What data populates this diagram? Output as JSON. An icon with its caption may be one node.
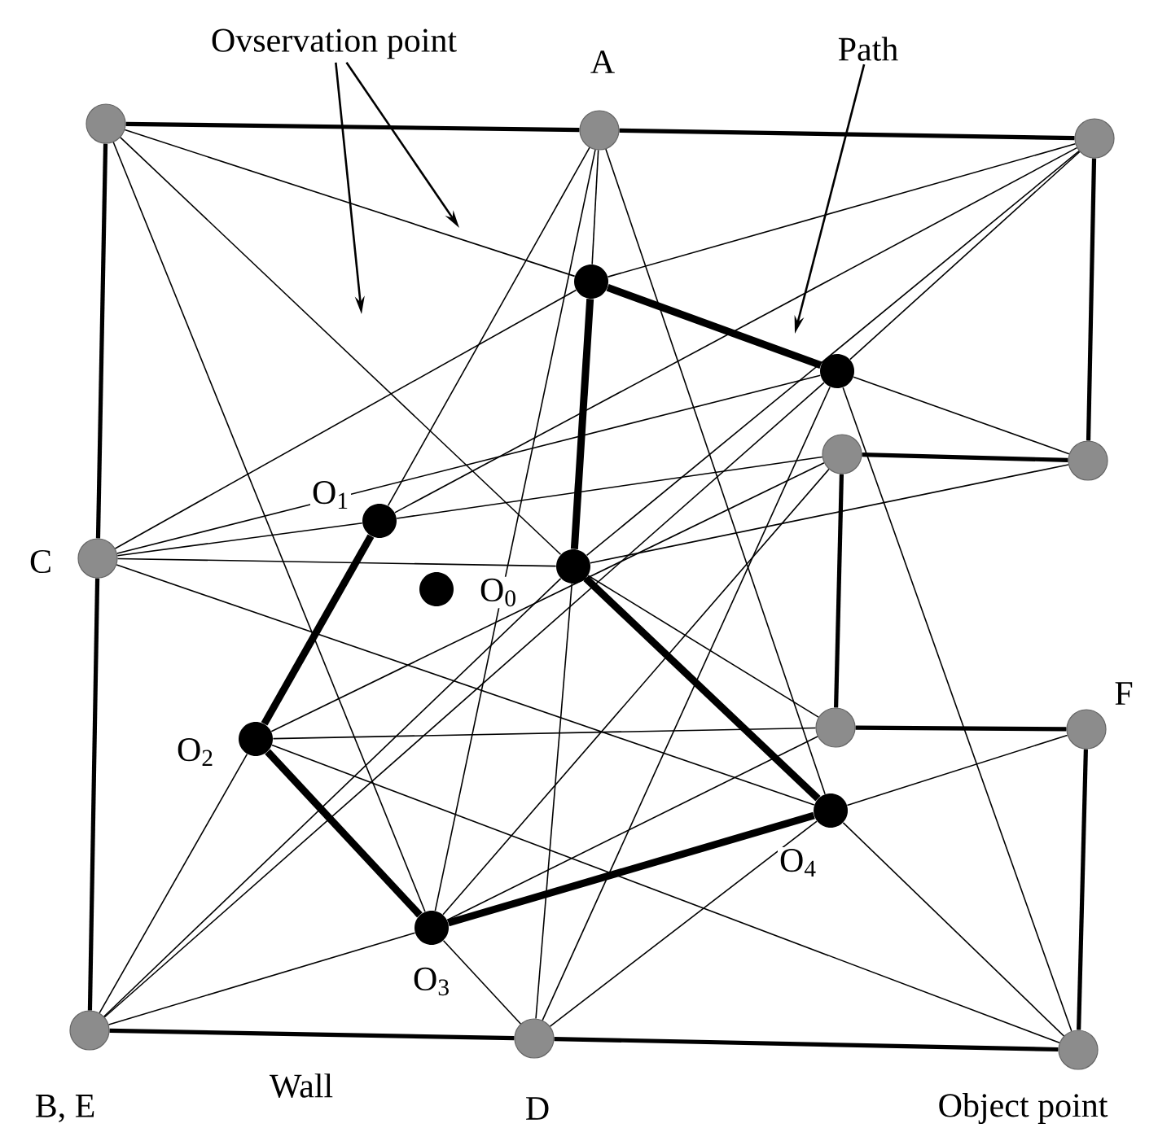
{
  "diagram": {
    "nodes": [
      {
        "text": [
          "Ovservation point"
        ]
      },
      {
        "text": [],
        "shape": "circle"
      },
      {
        "text": [],
        "shape": "circle",
        "beside": [
          "A"
        ]
      },
      {
        "text": [
          "Path"
        ]
      },
      {
        "text": [],
        "shape": "circle"
      },
      {
        "text": [],
        "shape": "circle"
      },
      {
        "text": [],
        "shape": "circle"
      },
      {
        "text": [],
        "shape": "circle"
      },
      {
        "text": [],
        "shape": "circle"
      },
      {
        "text": [],
        "shape": "circle",
        "beside": [
          "O$_{1}$"
        ]
      },
      {
        "text": [],
        "shape": "circle",
        "beside": [
          "C"
        ]
      },
      {
        "text": [],
        "shape": "circle"
      },
      {
        "text": [],
        "shape": "circle",
        "beside": [
          "O$_{0}$"
        ]
      },
      {
        "text": [],
        "shape": "circle"
      },
      {
        "text": [],
        "shape": "circle",
        "beside": [
          "F"
        ]
      },
      {
        "text": [],
        "shape": "circle",
        "beside": [
          "O$_{2}$"
        ]
      },
      {
        "text": [],
        "shape": "circle",
        "beside": [
          "O$_{4}$"
        ]
      },
      {
        "text": [],
        "shape": "circle",
        "beside": [
          "O$_{3}$"
        ]
      },
      {
        "text": [],
        "shape": "circle",
        "beside": [
          "B, E"
        ]
      },
      {
        "text": [],
        "shape": "circle",
        "beside": [
          "D"
        ]
      },
      {
        "text": [],
        "shape": "circle"
      }
    ],
    "edges": [
      {
        "from": 0,
        "to": null,
        "arrow": "to"
      },
      {
        "from": 0,
        "to": null,
        "arrow": "to"
      },
      {
        "from": 3,
        "to": null,
        "arrow": "to"
      },
      {
        "from": 1,
        "to": 2,
        "arrow": "none",
        "style": "thick"
      },
      {
        "from": 2,
        "to": 4,
        "arrow": "none",
        "style": "thick"
      },
      {
        "from": 4,
        "to": 8,
        "arrow": "none",
        "style": "thick"
      },
      {
        "from": 8,
        "to": 7,
        "arrow": "none",
        "style": "thick"
      },
      {
        "from": 7,
        "to": 13,
        "arrow": "none",
        "style": "thick"
      },
      {
        "from": 13,
        "to": 14,
        "arrow": "none",
        "style": "thick"
      },
      {
        "from": 14,
        "to": 20,
        "arrow": "none",
        "style": "thick"
      },
      {
        "from": 20,
        "to": 19,
        "arrow": "none",
        "style": "thick"
      },
      {
        "from": 19,
        "to": 18,
        "arrow": "none",
        "style": "thick"
      },
      {
        "from": 18,
        "to": 10,
        "arrow": "none",
        "style": "thick"
      },
      {
        "from": 10,
        "to": 1,
        "arrow": "none",
        "style": "thick"
      },
      {
        "from": 6,
        "to": 5,
        "arrow": "none",
        "style": "thick"
      },
      {
        "from": 5,
        "to": 11,
        "arrow": "none",
        "style": "thick"
      },
      {
        "from": 11,
        "to": 16,
        "arrow": "none",
        "style": "thick"
      },
      {
        "from": 16,
        "to": 17,
        "arrow": "none",
        "style": "thick"
      },
      {
        "from": 17,
        "to": 15,
        "arrow": "none",
        "style": "thick"
      },
      {
        "from": 15,
        "to": 9,
        "arrow": "none",
        "style": "thick"
      },
      {
        "from": 1,
        "to": 5,
        "arrow": "none"
      },
      {
        "from": 1,
        "to": 11,
        "arrow": "none"
      },
      {
        "from": 1,
        "to": 17,
        "arrow": "none"
      },
      {
        "from": 2,
        "to": 5,
        "arrow": "none"
      },
      {
        "from": 2,
        "to": 9,
        "arrow": "none"
      },
      {
        "from": 2,
        "to": 16,
        "arrow": "none"
      },
      {
        "from": 2,
        "to": 17,
        "arrow": "none"
      },
      {
        "from": 4,
        "to": 5,
        "arrow": "none"
      },
      {
        "from": 4,
        "to": 6,
        "arrow": "none"
      },
      {
        "from": 4,
        "to": 9,
        "arrow": "none"
      },
      {
        "from": 4,
        "to": 11,
        "arrow": "none"
      },
      {
        "from": 8,
        "to": 6,
        "arrow": "none"
      },
      {
        "from": 8,
        "to": 11,
        "arrow": "none"
      },
      {
        "from": 7,
        "to": 9,
        "arrow": "none"
      },
      {
        "from": 7,
        "to": 15,
        "arrow": "none"
      },
      {
        "from": 7,
        "to": 17,
        "arrow": "none"
      },
      {
        "from": 10,
        "to": 5,
        "arrow": "none"
      },
      {
        "from": 10,
        "to": 6,
        "arrow": "none"
      },
      {
        "from": 10,
        "to": 9,
        "arrow": "none"
      },
      {
        "from": 10,
        "to": 11,
        "arrow": "none"
      },
      {
        "from": 10,
        "to": 16,
        "arrow": "none"
      },
      {
        "from": 13,
        "to": 11,
        "arrow": "none"
      },
      {
        "from": 13,
        "to": 15,
        "arrow": "none"
      },
      {
        "from": 13,
        "to": 17,
        "arrow": "none"
      },
      {
        "from": 14,
        "to": 16,
        "arrow": "none"
      },
      {
        "from": 18,
        "to": 6,
        "arrow": "none"
      },
      {
        "from": 18,
        "to": 11,
        "arrow": "none"
      },
      {
        "from": 18,
        "to": 15,
        "arrow": "none"
      },
      {
        "from": 18,
        "to": 17,
        "arrow": "none"
      },
      {
        "from": 19,
        "to": 6,
        "arrow": "none"
      },
      {
        "from": 19,
        "to": 11,
        "arrow": "none"
      },
      {
        "from": 19,
        "to": 16,
        "arrow": "none"
      },
      {
        "from": 19,
        "to": 17,
        "arrow": "none"
      },
      {
        "from": 20,
        "to": 6,
        "arrow": "none"
      },
      {
        "from": 20,
        "to": 15,
        "arrow": "none"
      },
      {
        "from": 20,
        "to": 16,
        "arrow": "none"
      }
    ],
    "labels": [
      "Wall",
      "Object point"
    ]
  }
}
